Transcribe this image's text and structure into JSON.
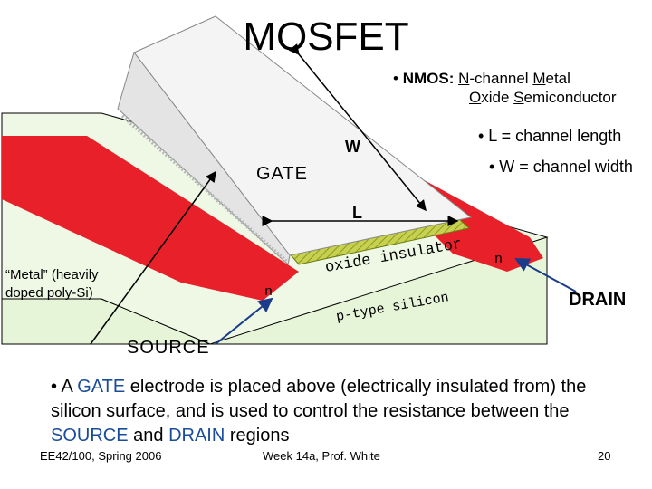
{
  "title": "MOSFET",
  "nmos": {
    "bullet": "•",
    "label": "NMOS:",
    "line1_parts": [
      "N",
      "-channel ",
      "M",
      "etal"
    ],
    "line2_parts": [
      "O",
      "xide ",
      "S",
      "emiconductor"
    ]
  },
  "bullets": {
    "L": "• L = channel length",
    "W": "• W = channel width"
  },
  "diagram": {
    "W": "W",
    "gate": "GATE",
    "L": "L",
    "oxide": "oxide insulator",
    "substrate": "p-type silicon",
    "n_left": "n",
    "n_right": "n",
    "metal_line1": "“Metal” (heavily",
    "metal_line2": "doped poly-Si)",
    "source": "SOURCE",
    "drain": "DRAIN"
  },
  "paragraph": {
    "p1": "• A ",
    "k1": "GATE",
    "p2": " electrode is placed above (electrically insulated from) the silicon surface, and is used to control the resistance between the ",
    "k2": "SOURCE",
    "p3": " and ",
    "k3": "DRAIN",
    "p4": " regions"
  },
  "footer": {
    "course": "EE42/100, Spring 2006",
    "week": "Week 14a, Prof. White",
    "page": "20"
  },
  "colors": {
    "substrate": "#e6f5d8",
    "diffusion": "#e8202a",
    "oxide": "#a8b838",
    "gate_top": "#f2f2f2",
    "keyword": "#1a4c9a",
    "arrow": "#1a3c8a"
  }
}
